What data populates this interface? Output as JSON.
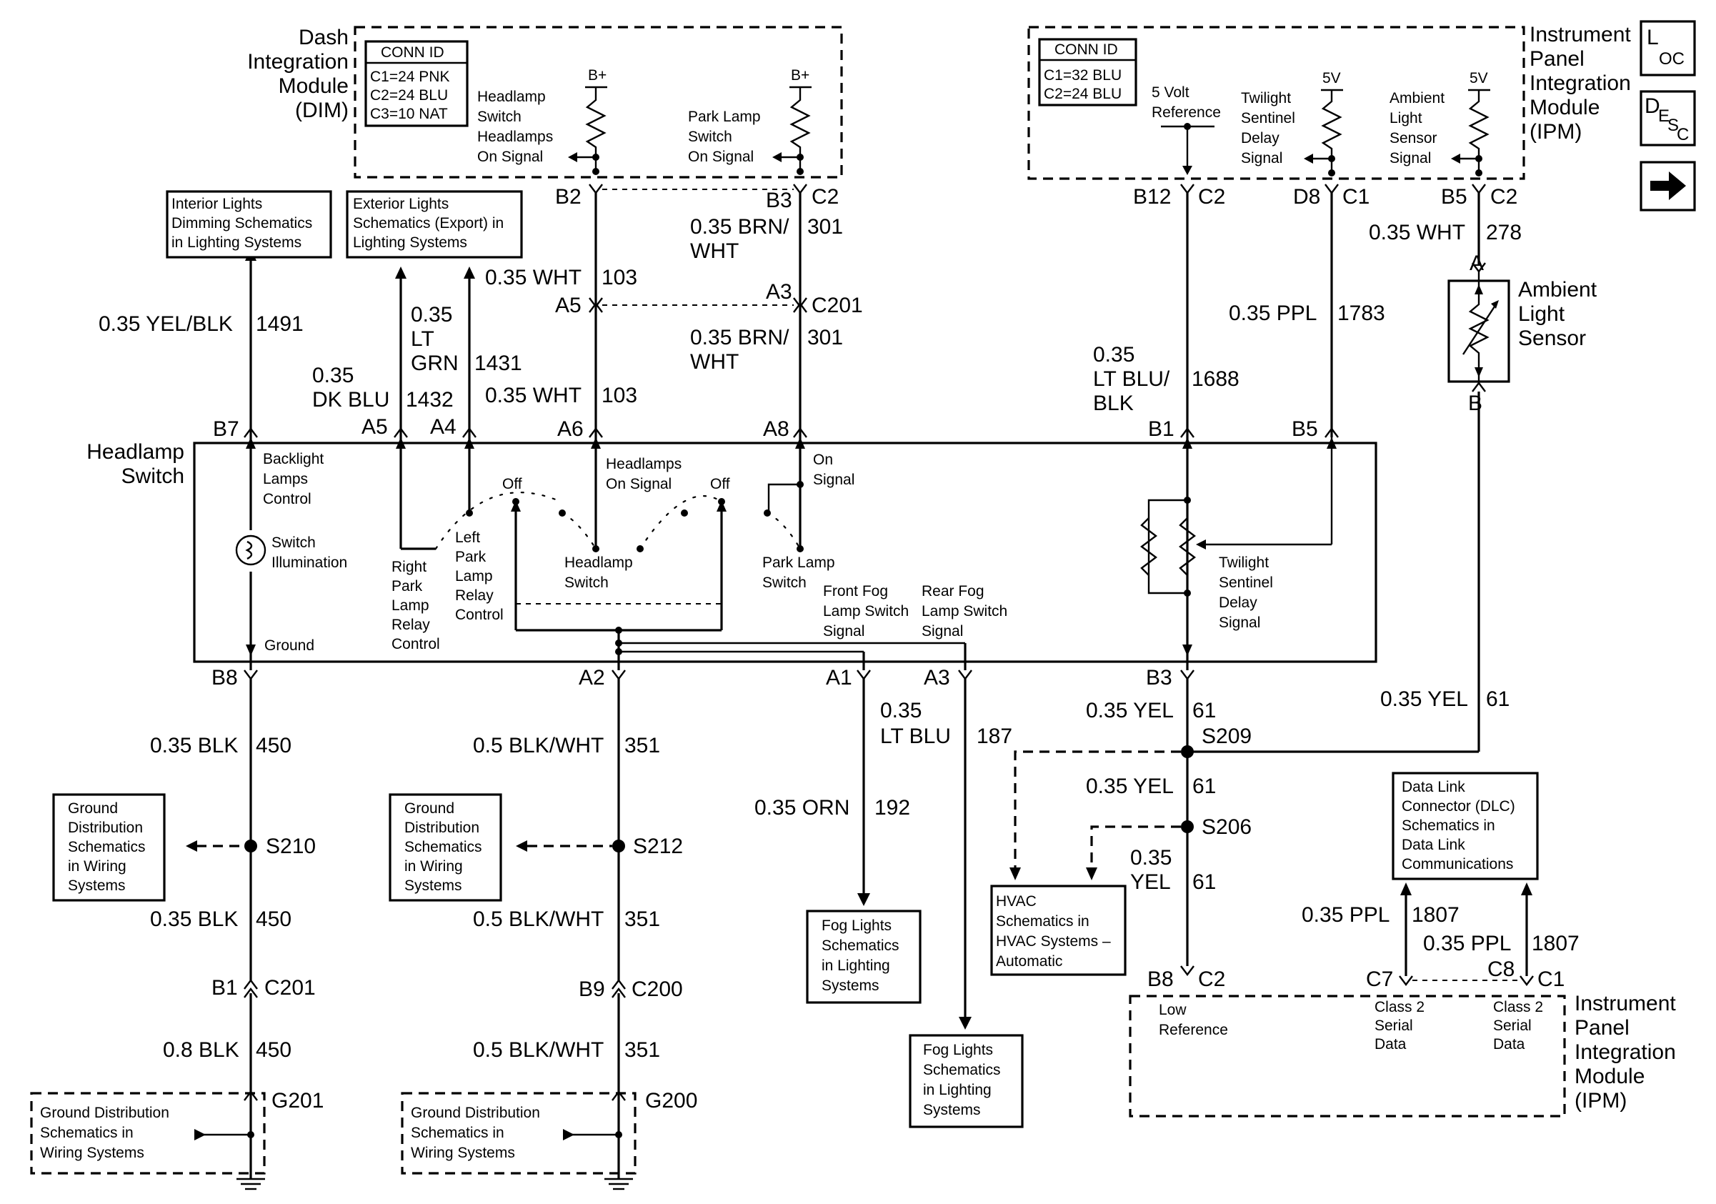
{
  "modules": {
    "dim": {
      "name": [
        "Dash",
        "Integration",
        "Module",
        "(DIM)"
      ],
      "conn_title": "CONN ID",
      "conn_lines": [
        "C1=24 PNK",
        "C2=24 BLU",
        "C3=10 NAT"
      ]
    },
    "ipm_top": {
      "name": [
        "Instrument",
        "Panel",
        "Integration",
        "Module",
        "(IPM)"
      ],
      "conn_title": "CONN ID",
      "conn_lines": [
        "C1=32 BLU",
        "C2=24 BLU"
      ]
    },
    "ipm_bottom": {
      "name": [
        "Instrument",
        "Panel",
        "Integration",
        "Module",
        "(IPM)"
      ]
    },
    "headlamp_switch": {
      "name": [
        "Headlamp",
        "Switch"
      ]
    },
    "ambient_sensor": {
      "name": [
        "Ambient",
        "Light",
        "Sensor"
      ]
    }
  },
  "nav": {
    "loc_main": "L",
    "loc_sub": "OC",
    "desc_main": "D",
    "desc_sub1": "E",
    "desc_sub2": "S",
    "desc_sub3": "C"
  },
  "dim_signals": {
    "headlamp": [
      "Headlamp",
      "Switch",
      "Headlamps",
      "On Signal"
    ],
    "park": [
      "Park Lamp",
      "Switch",
      "On Signal"
    ],
    "bplus": "B+"
  },
  "ipm_signals": {
    "ref5v": [
      "5 Volt",
      "Reference"
    ],
    "twilight": [
      "Twilight",
      "Sentinel",
      "Delay",
      "Signal"
    ],
    "ambient": [
      "Ambient",
      "Light",
      "Sensor",
      "Signal"
    ],
    "v5": "5V"
  },
  "pins": {
    "b2": "B2",
    "b3": "B3",
    "c2": "C2",
    "a5": "A5",
    "a3": "A3",
    "c201": "C201",
    "b12": "B12",
    "d8": "D8",
    "c1": "C1",
    "b5": "B5",
    "pin_a": "A",
    "pin_b": "B",
    "b7": "B7",
    "a4": "A4",
    "a6": "A6",
    "a8": "A8",
    "b1": "B1",
    "b8": "B8",
    "a2": "A2",
    "a1": "A1",
    "b3b": "B3",
    "b9": "B9",
    "c200": "C200",
    "c7": "C7",
    "c8": "C8",
    "s209": "S209",
    "s206": "S206",
    "s210": "S210",
    "s212": "S212",
    "g201": "G201",
    "g200": "G200"
  },
  "wires": {
    "brnwht": "0.35 BRN/",
    "wht": "WHT",
    "c301": "301",
    "wht103": "0.35 WHT",
    "c103": "103",
    "wht278": "0.35 WHT",
    "c278": "278",
    "yelblk": "0.35 YEL/BLK",
    "c1491": "1491",
    "dkblu1": "0.35",
    "dkblu2": "DK BLU",
    "c1432": "1432",
    "ltgrn1": "0.35",
    "ltgrn2": "LT",
    "ltgrn3": "GRN",
    "c1431": "1431",
    "ltblublk1": "0.35",
    "ltblublk2": "LT BLU/",
    "ltblublk3": "BLK",
    "c1688": "1688",
    "ppl1783": "0.35 PPL",
    "c1783": "1783",
    "blk450": "0.35 BLK",
    "c450": "450",
    "blk08": "0.8 BLK",
    "blkwht": "0.5 BLK/WHT",
    "c351": "351",
    "ltblu187_1": "0.35",
    "ltblu187_2": "LT BLU",
    "c187": "187",
    "orn": "0.35 ORN",
    "c192": "192",
    "yel61": "0.35 YEL",
    "c61": "61",
    "yel61b_1": "0.35",
    "yel61b_2": "YEL",
    "ppl1807": "0.35 PPL",
    "c1807": "1807"
  },
  "refs": {
    "interior": [
      "Interior Lights",
      "Dimming Schematics",
      "in Lighting Systems"
    ],
    "exterior": [
      "Exterior Lights",
      "Schematics (Export) in",
      "Lighting Systems"
    ],
    "ground_s210": [
      "Ground",
      "Distribution",
      "Schematics",
      "in Wiring",
      "Systems"
    ],
    "ground_s212": [
      "Ground",
      "Distribution",
      "Schematics",
      "in Wiring",
      "Systems"
    ],
    "ground_g201": [
      "Ground Distribution",
      "Schematics in",
      "Wiring Systems"
    ],
    "ground_g200": [
      "Ground Distribution",
      "Schematics in",
      "Wiring Systems"
    ],
    "fog1": [
      "Fog Lights",
      "Schematics",
      "in Lighting",
      "Systems"
    ],
    "fog2": [
      "Fog Lights",
      "Schematics",
      "in Lighting",
      "Systems"
    ],
    "hvac": [
      "HVAC",
      "Schematics in",
      "HVAC Systems –",
      "Automatic"
    ],
    "dlc": [
      "Data Link",
      "Connector (DLC)",
      "Schematics in",
      "Data Link",
      "Communications"
    ]
  },
  "switch_labels": {
    "backlight": [
      "Backlight",
      "Lamps",
      "Control"
    ],
    "illum": [
      "Switch",
      "Illumination"
    ],
    "ground": "Ground",
    "right_park": [
      "Right",
      "Park",
      "Lamp",
      "Relay",
      "Control"
    ],
    "left_park": [
      "Left",
      "Park",
      "Lamp",
      "Relay",
      "Control"
    ],
    "off": "Off",
    "headlamps_on": [
      "Headlamps",
      "On Signal"
    ],
    "headlamp_sw": [
      "Headlamp",
      "Switch"
    ],
    "on_signal": [
      "On",
      "Signal"
    ],
    "park_sw": [
      "Park Lamp",
      "Switch"
    ],
    "front_fog": [
      "Front Fog",
      "Lamp Switch",
      "Signal"
    ],
    "rear_fog": [
      "Rear Fog",
      "Lamp Switch",
      "Signal"
    ],
    "twilight": [
      "Twilight",
      "Sentinel",
      "Delay",
      "Signal"
    ]
  },
  "ipm_bottom_signals": {
    "low_ref": [
      "Low",
      "Reference"
    ],
    "class2a": [
      "Class 2",
      "Serial",
      "Data"
    ],
    "class2b": [
      "Class 2",
      "Serial",
      "Data"
    ]
  }
}
